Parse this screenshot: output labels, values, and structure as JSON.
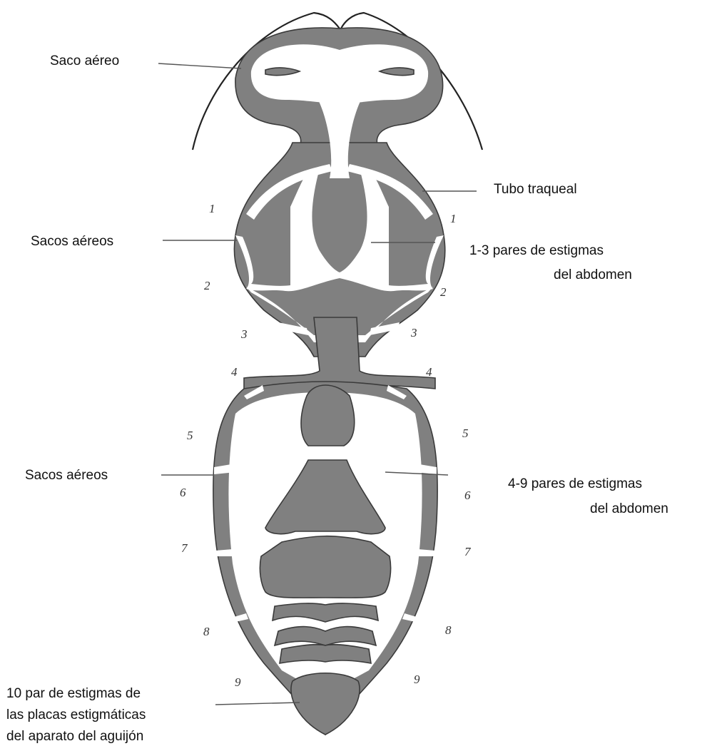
{
  "labels": {
    "saco_aereo": "Saco aéreo",
    "tubo_traqueal": "Tubo traqueal",
    "sacos_aereos_upper": "Sacos aéreos",
    "pares_1_3_line1": "1-3 pares de estigmas",
    "pares_1_3_line2": "del abdomen",
    "sacos_aereos_lower": "Sacos aéreos",
    "pares_4_9_line1": "4-9 pares de estigmas",
    "pares_4_9_line2": "del abdomen",
    "par_10_line1": "10 par de estigmas de",
    "par_10_line2": "las placas estigmáticas",
    "par_10_line3": "del aparato del aguijón"
  },
  "stigma_numbers": {
    "left": [
      "1",
      "2",
      "3",
      "4",
      "5",
      "6",
      "7",
      "8",
      "9"
    ],
    "right": [
      "1",
      "2",
      "3",
      "4",
      "5",
      "6",
      "7",
      "8",
      "9"
    ]
  },
  "colors": {
    "sac_fill": "#808080",
    "outline": "#3a3a3a"
  }
}
